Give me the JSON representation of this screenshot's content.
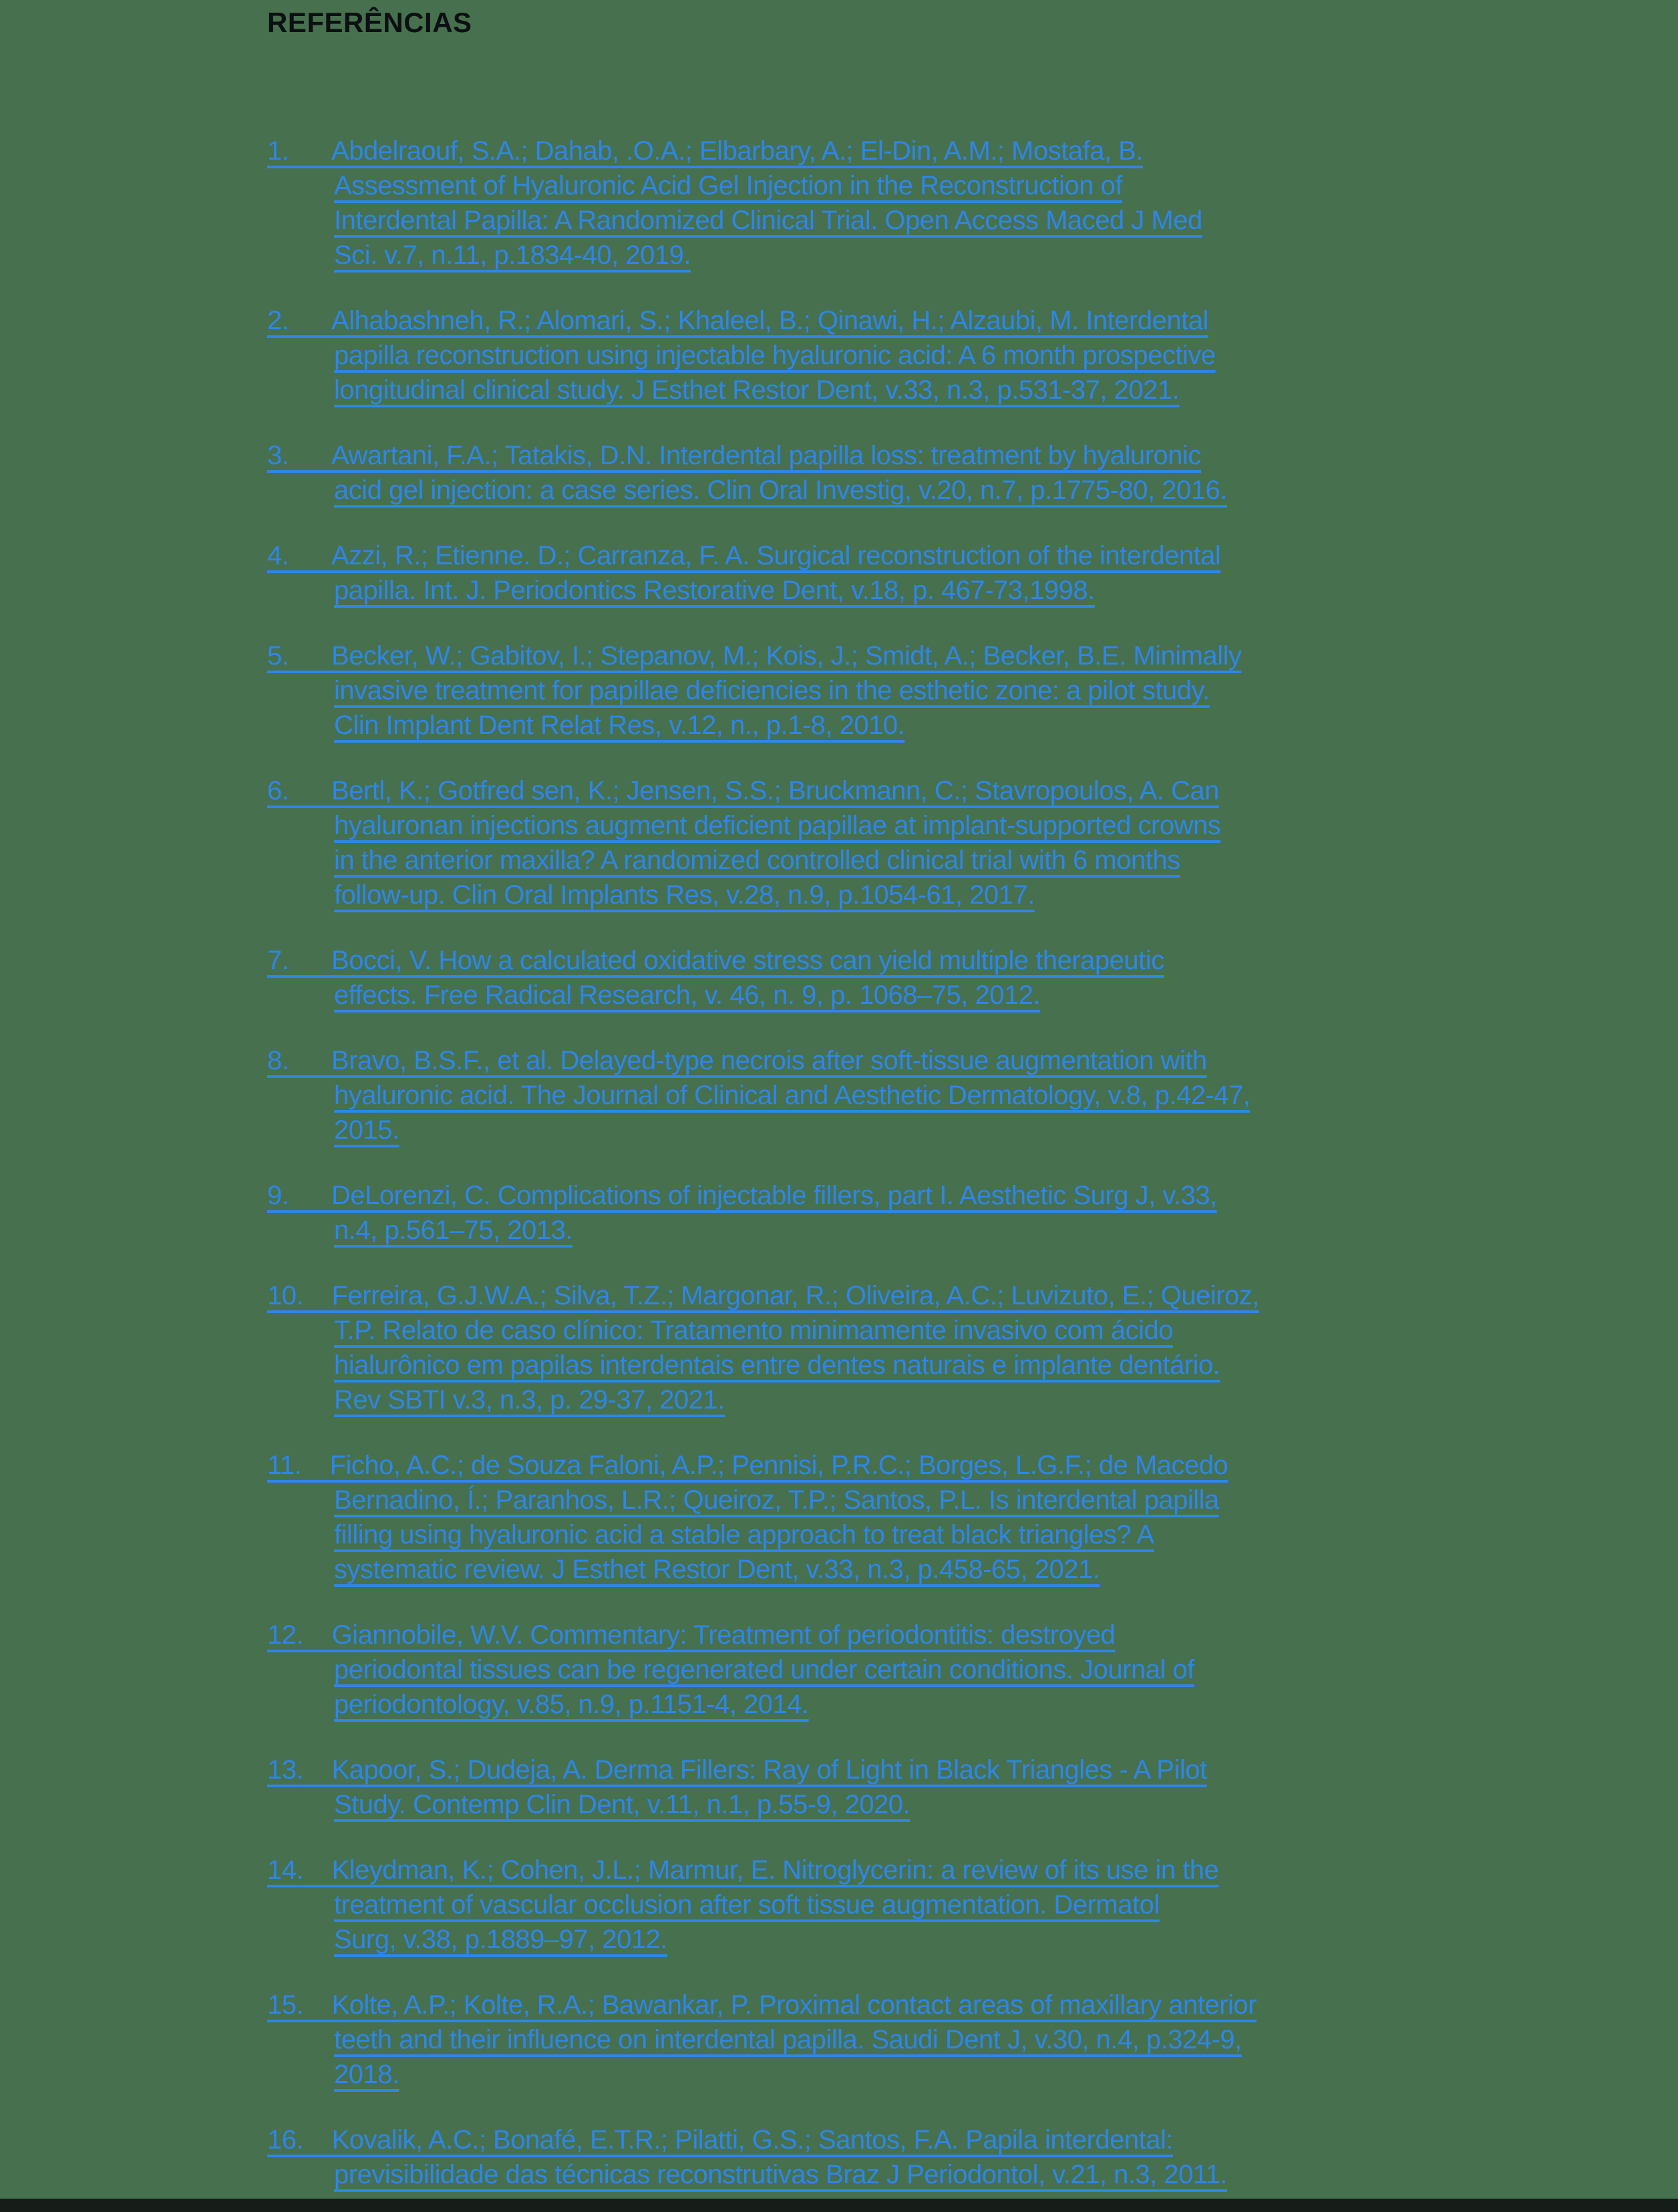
{
  "page": {
    "background_color": "#47704F",
    "link_color": "#2E86E8",
    "title_color": "#0d1013",
    "bottom_edge_color": "#161c18"
  },
  "title": "REFERÊNCIAS",
  "references": {
    "items": [
      {
        "number": "1.",
        "lines": [
          "Abdelraouf, S.A.; Dahab, .O.A.; Elbarbary, A.; El-Din, A.M.; Mostafa, B.",
          "Assessment of Hyaluronic Acid Gel Injection in the Reconstruction of",
          "Interdental Papilla: A Randomized Clinical Trial. Open Access Maced J Med",
          "Sci. v.7, n.11, p.1834-40, 2019."
        ]
      },
      {
        "number": "2.",
        "lines": [
          "Alhabashneh, R.; Alomari, S.; Khaleel, B.; Qinawi, H.; Alzaubi, M. Interdental",
          "papilla reconstruction using injectable hyaluronic acid: A 6 month prospective",
          "longitudinal clinical study. J Esthet Restor Dent, v.33, n.3, p.531-37, 2021."
        ]
      },
      {
        "number": "3.",
        "lines": [
          "Awartani, F.A.; Tatakis, D.N. Interdental papilla loss: treatment by hyaluronic",
          "acid gel injection: a case series. Clin Oral Investig, v.20, n.7, p.1775-80, 2016."
        ]
      },
      {
        "number": "4.",
        "lines": [
          "Azzi, R.; Etienne. D.; Carranza, F. A. Surgical reconstruction of the interdental",
          "papilla. Int. J. Periodontics Restorative Dent, v.18, p. 467-73,1998."
        ]
      },
      {
        "number": "5.",
        "lines": [
          "Becker, W.; Gabitov, I.; Stepanov, M.; Kois, J.; Smidt, A.; Becker, B.E. Minimally",
          "invasive treatment for papillae deficiencies in the esthetic zone: a pilot study.",
          "Clin Implant Dent Relat Res, v.12, n., p.1-8, 2010."
        ]
      },
      {
        "number": "6.",
        "lines": [
          "Bertl, K.; Gotfred sen, K.; Jensen, S.S.; Bruckmann, C.; Stavropoulos, A. Can",
          "hyaluronan injections augment deficient papillae at implant-supported crowns",
          "in the anterior maxilla? A randomized controlled clinical trial with 6 months",
          "follow-up. Clin Oral Implants Res, v.28, n.9, p.1054-61, 2017."
        ]
      },
      {
        "number": "7.",
        "lines": [
          "Bocci, V. How a calculated oxidative stress can yield multiple therapeutic",
          "effects. Free Radical Research, v. 46, n. 9, p. 1068–75, 2012."
        ]
      },
      {
        "number": "8.",
        "lines": [
          "Bravo, B.S.F., et al. Delayed-type necrois after soft-tissue augmentation with",
          "hyaluronic acid. The Journal of Clinical and Aesthetic Dermatology, v.8, p.42-47,",
          "2015."
        ]
      },
      {
        "number": "9.",
        "lines": [
          "DeLorenzi, C. Complications of injectable fillers, part I. Aesthetic Surg J, v.33,",
          "n.4, p.561–75, 2013."
        ]
      },
      {
        "number": "10.",
        "lines": [
          "Ferreira, G.J.W.A.; Silva, T.Z.; Margonar, R.; Oliveira, A.C.; Luvizuto, E.; Queiroz,",
          "T.P. Relato de caso clínico: Tratamento minimamente invasivo com ácido",
          "hialurônico em papilas interdentais entre dentes naturais e implante dentário.",
          "Rev SBTI v.3, n.3, p. 29-37, 2021."
        ]
      },
      {
        "number": "11.",
        "lines": [
          "Ficho, A.C.; de Souza Faloni, A.P.; Pennisi, P.R.C.; Borges, L.G.F.; de Macedo",
          "Bernadino, Í.; Paranhos, L.R.; Queiroz, T.P.; Santos, P.L. Is interdental papilla",
          "filling using hyaluronic acid a stable approach to treat black triangles? A",
          "systematic review. J Esthet Restor Dent, v.33, n.3, p.458-65, 2021."
        ]
      },
      {
        "number": "12.",
        "lines": [
          "Giannobile, W.V. Commentary: Treatment of periodontitis: destroyed",
          "periodontal tissues can be regenerated under certain conditions. Journal of",
          "periodontology, v.85, n.9, p.1151-4, 2014."
        ]
      },
      {
        "number": "13.",
        "lines": [
          "Kapoor, S.; Dudeja, A. Derma Fillers: Ray of Light in Black Triangles - A Pilot",
          "Study. Contemp Clin Dent, v.11, n.1, p.55-9, 2020."
        ]
      },
      {
        "number": "14.",
        "lines": [
          "Kleydman, K.; Cohen, J.L.; Marmur, E. Nitroglycerin: a review of its use in the",
          "treatment of vascular occlusion after soft tissue augmentation. Dermatol",
          "Surg, v.38, p.1889–97, 2012."
        ]
      },
      {
        "number": "15.",
        "lines": [
          "Kolte, A.P.; Kolte, R.A.; Bawankar, P. Proximal contact areas of maxillary anterior",
          "teeth and their influence on interdental papilla. Saudi Dent J, v.30, n.4, p.324-9,",
          "2018."
        ]
      },
      {
        "number": "16.",
        "lines": [
          "Kovalik, A.C.; Bonafé, E.T.R.; Pilatti, G.S.; Santos, F.A. Papila interdental:",
          "previsibilidade das técnicas reconstrutivas Braz J Periodontol, v.21, n.3, 2011."
        ]
      }
    ]
  }
}
